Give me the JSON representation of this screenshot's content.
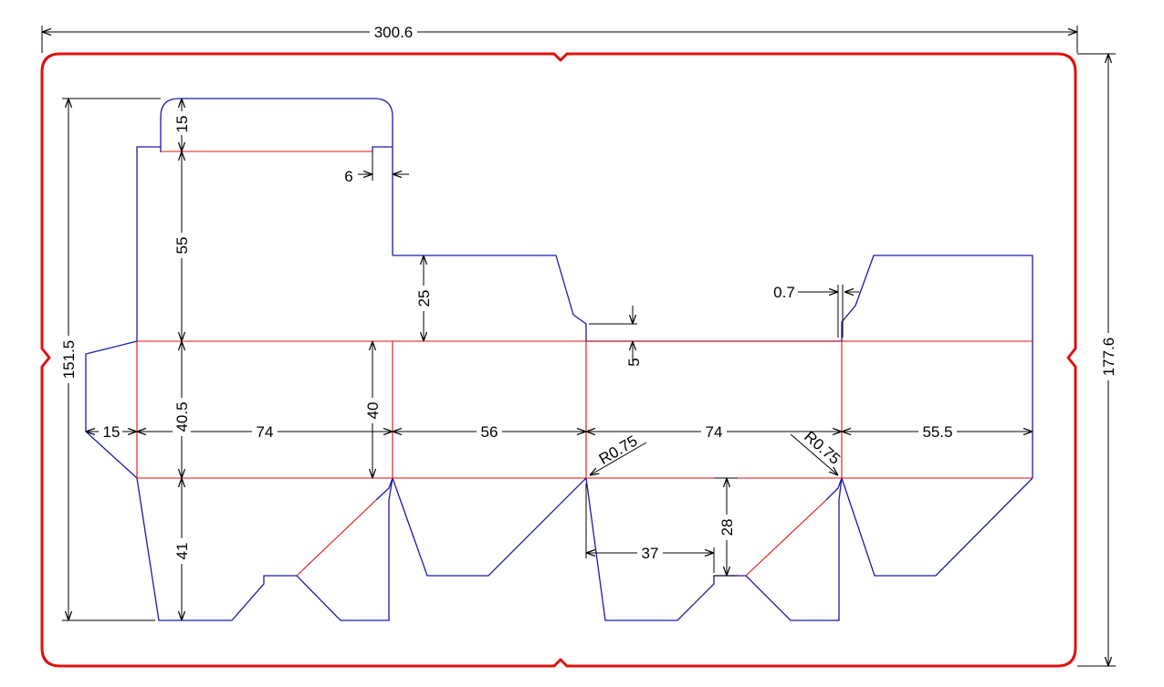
{
  "drawing": {
    "colors": {
      "outline": "#e01010",
      "cut_line": "#1a1aa8",
      "fold_line": "#e01010",
      "dimension": "#000000"
    },
    "dimensions": {
      "overall_width": "300.6",
      "overall_height": "177.6",
      "flap_height": "151.5",
      "top_tuck": "15",
      "lock_gap": "6",
      "top_panel": "55",
      "dust_flap": "25",
      "notch": "5",
      "tab_offset": "0.7",
      "body_height": "40.5",
      "inner_height": "40",
      "glue_flap": "15",
      "panel_1": "74",
      "panel_2": "56",
      "panel_3": "74",
      "panel_4": "55.5",
      "radius_left": "R0.75",
      "radius_right": "R0.75",
      "bottom_height": "41",
      "bottom_depth": "28",
      "bottom_width": "37"
    }
  }
}
